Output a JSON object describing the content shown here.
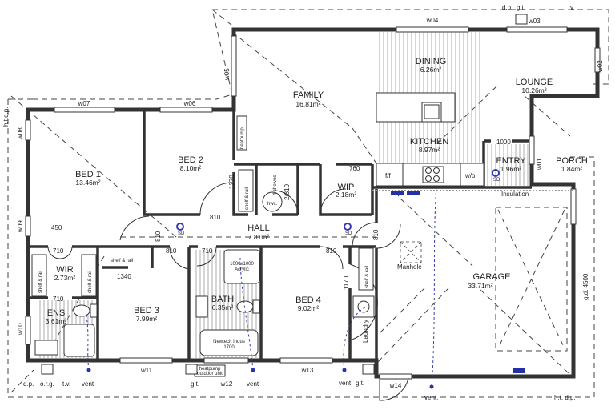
{
  "rooms": {
    "family": {
      "name": "FAMILY",
      "area": "16.81m²"
    },
    "dining": {
      "name": "DINING",
      "area": "6.26m²"
    },
    "lounge": {
      "name": "LOUNGE",
      "area": "10.26m²"
    },
    "kitchen": {
      "name": "KITCHEN",
      "area": "8.97m²"
    },
    "entry": {
      "name": "ENTRY",
      "area": "1.96m²"
    },
    "porch": {
      "name": "PORCH",
      "area": "1.84m²"
    },
    "bed1": {
      "name": "BED 1",
      "area": "13.46m²"
    },
    "bed2": {
      "name": "BED 2",
      "area": "8.10m²"
    },
    "wip": {
      "name": "WIP",
      "area": "2.18m²"
    },
    "hall": {
      "name": "HALL",
      "area": "7.81m²"
    },
    "wir": {
      "name": "WIR",
      "area": "2.73m²"
    },
    "ens": {
      "name": "ENS",
      "area": "3.61m²"
    },
    "bed3": {
      "name": "BED 3",
      "area": "7.99m²"
    },
    "bath": {
      "name": "BATH",
      "area": "6.35m²"
    },
    "bed4": {
      "name": "BED 4",
      "area": "9.02m²"
    },
    "garage": {
      "name": "GARAGE",
      "area": "33.71m²"
    },
    "laundry": {
      "name": "Laundry"
    }
  },
  "windows": {
    "w01": "w01",
    "w02": "w02",
    "w03": "w03",
    "w04": "w04",
    "w05": "w05",
    "w06": "w06",
    "w07": "w07",
    "w08": "w08",
    "w09": "w09",
    "w10": "w10",
    "w11": "w11",
    "w12": "w12",
    "w13": "w13",
    "w14": "w14"
  },
  "dimensions": {
    "d1000": "1000",
    "d760": "760",
    "d1270": "1270",
    "d810_bed2": "810",
    "d810_hall_left": "810",
    "d810_bed3": "810",
    "d810_bed4": "810",
    "d810_garage": "810",
    "d2_810": "2/810",
    "d450": "450",
    "d710_wir": "710",
    "d710_ens": "710",
    "d710_bath": "710",
    "d1340": "1340",
    "d1170": "1170",
    "gd": "g.d. 4500"
  },
  "fixtures": {
    "shelf_rail": "shelf & rail",
    "four_shelves": "4 shelves",
    "hwc": "hwc.",
    "heatpump": "heatpump",
    "heatpump_outdoor": [
      "heatpump",
      "outdoor unit"
    ],
    "shower": [
      "1000x1000",
      "Acrylic"
    ],
    "bath_tub": [
      "Newtech Indus",
      "1700"
    ],
    "ff": "f/f",
    "wo": "w/o",
    "insulation": "Insulation",
    "manhole": "Manhole",
    "sd": "SD"
  },
  "services": {
    "dp_top": "d.p.",
    "gt_top": "g.t.",
    "v_top": "v.",
    "htdp_left": "h.t.d.p.",
    "dp_bottom": "d.p.",
    "org": "o.r.g.",
    "tv": "t.v.",
    "vent1": "vent",
    "gt1": "g.t.",
    "vent2": "vent",
    "vent3": "vent",
    "gt2": "g.t.",
    "vent4": "vent.",
    "htdp_right": "h.t. d.p."
  },
  "colors": {
    "wall": "#333333",
    "services_blue": "#2330a8"
  }
}
